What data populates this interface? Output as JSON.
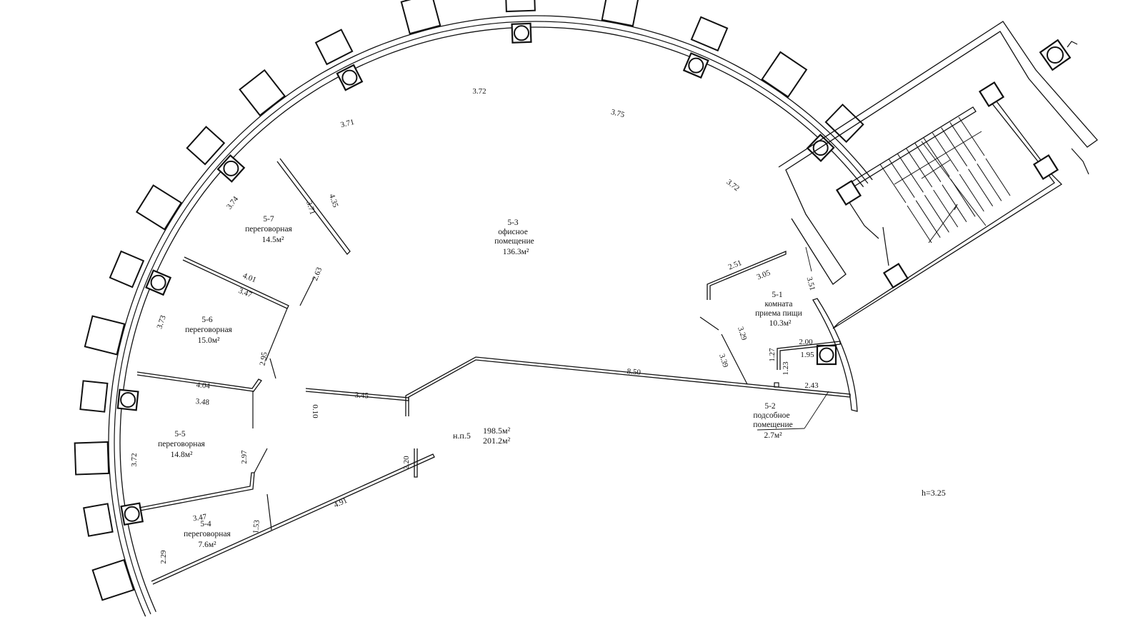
{
  "rooms": [
    {
      "id": "5-1",
      "name_lines": [
        "комната",
        "приема пищи"
      ],
      "area": "10.3м²"
    },
    {
      "id": "5-2",
      "name_lines": [
        "подсобное",
        "помещение"
      ],
      "area": "2.7м²"
    },
    {
      "id": "5-3",
      "name_lines": [
        "офисное",
        "помещение"
      ],
      "area": "136.3м²"
    },
    {
      "id": "5-4",
      "name_lines": [
        "переговорная"
      ],
      "area": "7.6м²"
    },
    {
      "id": "5-5",
      "name_lines": [
        "переговорная"
      ],
      "area": "14.8м²"
    },
    {
      "id": "5-6",
      "name_lines": [
        "переговорная"
      ],
      "area": "15.0м²"
    },
    {
      "id": "5-7",
      "name_lines": [
        "переговорная"
      ],
      "area": "14.5м²"
    }
  ],
  "total": {
    "label": "н.п.5",
    "area_1": "198.5м²",
    "area_2": "201.2м²"
  },
  "height": "h=3.25",
  "dimensions": {
    "outer_top": "3.72",
    "outer_1": "3.71",
    "outer_2": "3.75",
    "outer_3": "3.72",
    "outer_4": "3.74",
    "outer_5": "3.73",
    "outer_6": "3.72",
    "outer_7": "2.29",
    "r57_a": "3.71",
    "r57_b": "4.35",
    "r57_c": "2.63",
    "r57_d": "4.01",
    "r56_a": "3.47",
    "r56_b": "2.95",
    "r56_c": "4.04",
    "r55_a": "3.48",
    "r55_b": "2.97",
    "r54_a": "3.47",
    "r54_b": "1.53",
    "bottom_wall": "4.91",
    "hall_a": "3.45",
    "hall_b": "0.10",
    "hall_c": "2.20",
    "long_wall": "8.50",
    "r51_a": "2.51",
    "r51_b": "3.05",
    "r51_c": "3.51",
    "r51_d": "3.29",
    "r51_e": "3.39",
    "r52_a": "2.00",
    "r52_b": "1.95",
    "r52_c": "1.27",
    "r52_d": "1.23",
    "r52_e": "2.43"
  }
}
